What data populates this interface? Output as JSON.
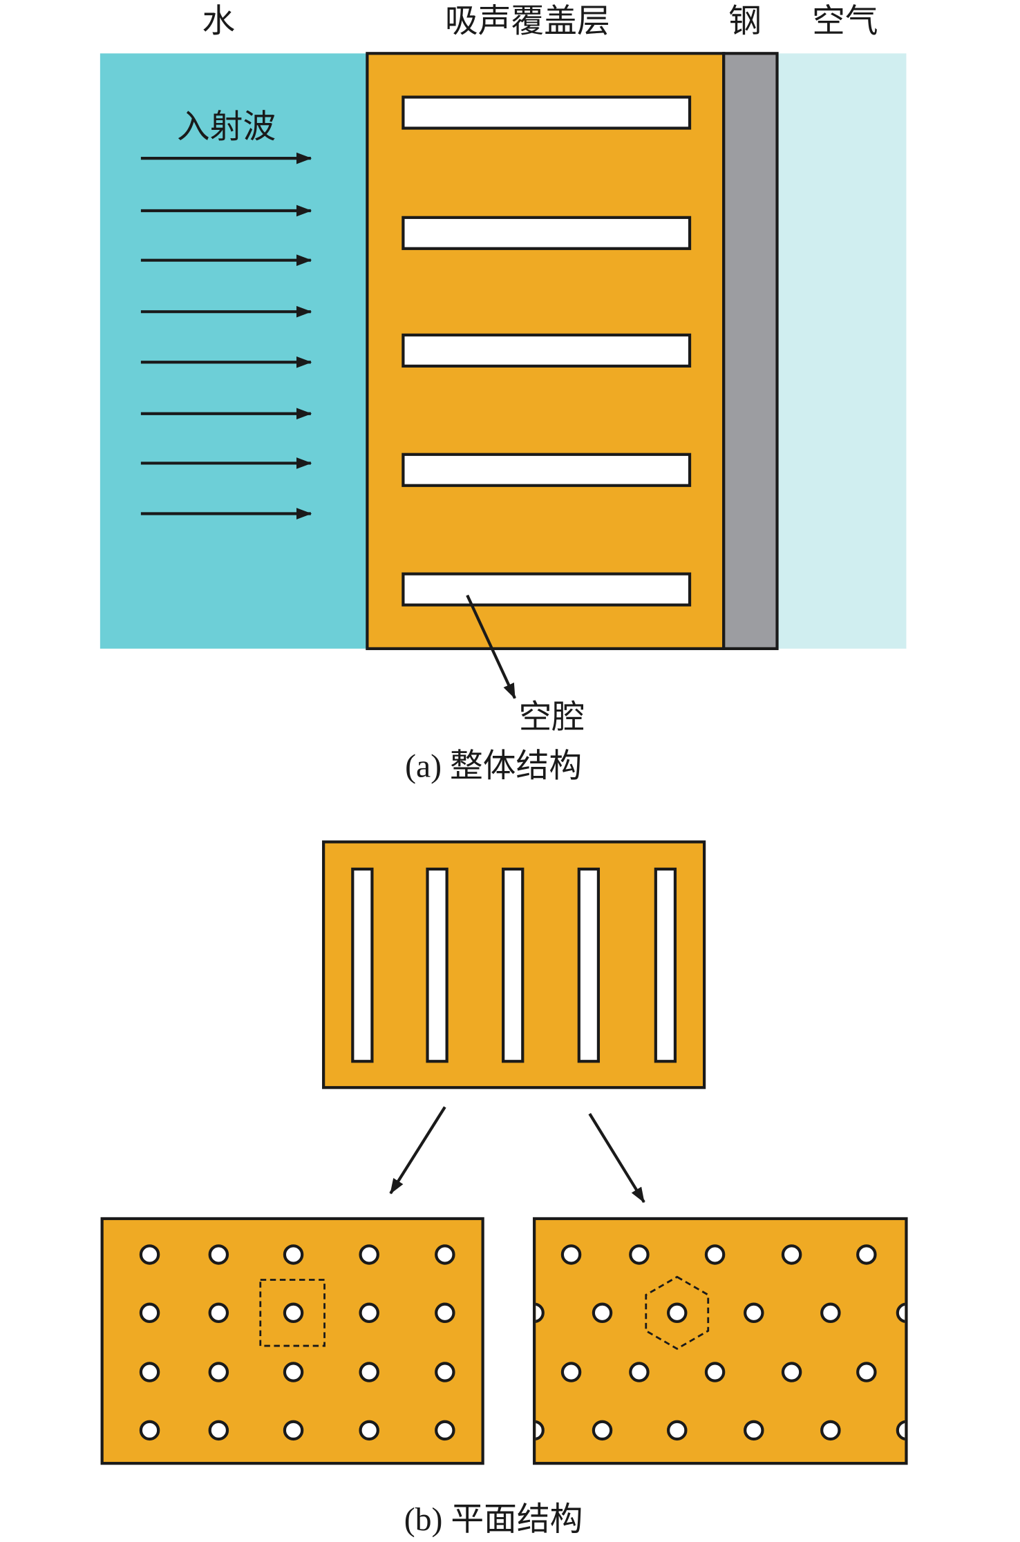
{
  "figure_a": {
    "labels": {
      "water": "水",
      "coating": "吸声覆盖层",
      "steel": "钢",
      "air": "空气"
    },
    "incident_wave_label": "入射波",
    "cavity_label": "空腔",
    "caption": "(a) 整体结构"
  },
  "figure_b": {
    "caption": "(b) 平面结构"
  },
  "colors": {
    "water": "#6DCFD7",
    "coating": "#EFAA24",
    "steel": "#9C9DA1",
    "air": "#D0EEF0",
    "cavity": "#FFFFFF",
    "outline": "#1A1A1A"
  }
}
